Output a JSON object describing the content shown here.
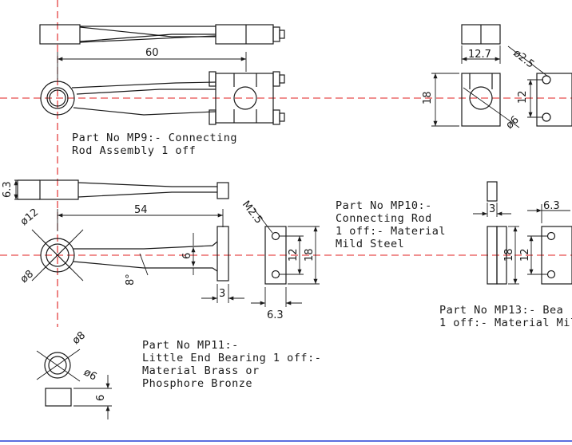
{
  "parts": {
    "mp9": {
      "line1": "Part No MP9:- Connecting",
      "line2": "Rod Assembly 1 off"
    },
    "mp10": {
      "line1": "Part No MP10:-",
      "line2": "Connecting Rod",
      "line3": "1 off:- Material",
      "line4": "Mild Steel"
    },
    "mp11": {
      "line1": "Part No MP11:-",
      "line2": "Little End Bearing 1 off:-",
      "line3": "Material Brass or",
      "line4": "Phosphore Bronze"
    },
    "mp13": {
      "line1": "Part No MP13:- Bea",
      "line2": "1 off:- Material Mil"
    }
  },
  "dims": {
    "len60": "60",
    "cap_width": "12.7",
    "cap_height": "18",
    "cap_bore": "ø6",
    "cap_hole_dia": "ø2.5",
    "cap_hole_spacing": "12",
    "rod_thickness": "6.3",
    "rod_len": "54",
    "rod_eye_outer": "ø12",
    "rod_eye_inner": "ø8",
    "rod_foot_thk": "6",
    "rod_taper": "8°",
    "rod_foot_width": "3",
    "m25": "M2.5",
    "foot_spacing": "12",
    "foot_height": "18",
    "foot_depth": "6.3",
    "brg_outer": "ø8",
    "brg_inner": "ø6",
    "brg_len": "6",
    "mp13_width": "3",
    "mp13_height": "18",
    "mp13_spacing": "12",
    "mp13_depth": "6.3"
  },
  "colors": {
    "centerline": "#e02020",
    "lines": "#1a1a1a",
    "border": "#5a6ee0"
  }
}
